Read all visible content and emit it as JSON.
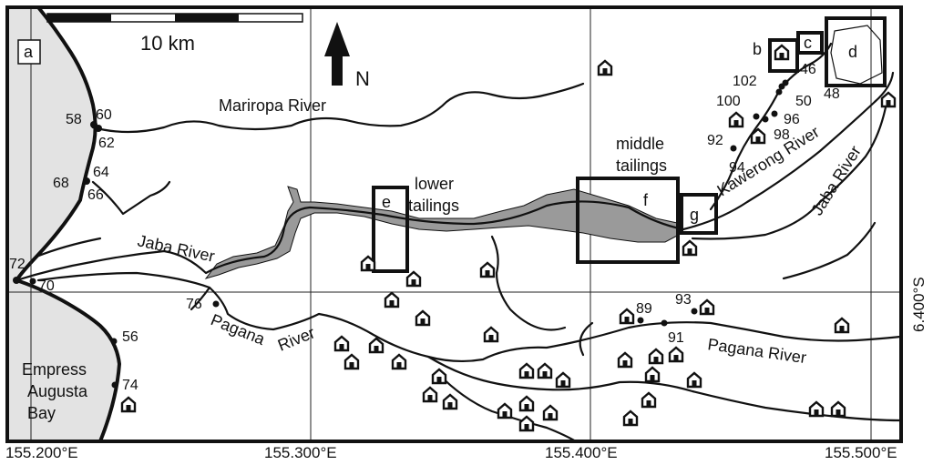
{
  "panel_label": "a",
  "scale_label": "10 km",
  "north_label": "N",
  "labels": {
    "mariropa_river": "Mariropa River",
    "jaba_river_lower": "Jaba River",
    "jaba_river_upper": "Jaba River",
    "pagana_river_left": "Pagana",
    "river_left": "River",
    "pagana_river_right": "Pagana River",
    "kawerong_river": "Kawerong River",
    "lower_tailings_1": "lower",
    "lower_tailings_2": "tailings",
    "middle_tailings_1": "middle",
    "middle_tailings_2": "tailings",
    "bay_1": "Empress",
    "bay_2": "Augusta",
    "bay_3": "Bay"
  },
  "boxes": {
    "b": "b",
    "c": "c",
    "d": "d",
    "e": "e",
    "f": "f",
    "g": "g"
  },
  "sites": {
    "s58": "58",
    "s60": "60",
    "s62": "62",
    "s64": "64",
    "s68": "68",
    "s66": "66",
    "s72": "72",
    "s70": "70",
    "s76": "76",
    "s56": "56",
    "s74": "74",
    "s89": "89",
    "s93": "93",
    "s91": "91",
    "s102": "102",
    "s46": "46",
    "s50": "50",
    "s48": "48",
    "s100": "100",
    "s96": "96",
    "s98": "98",
    "s92": "92",
    "s94": "94"
  },
  "axes": {
    "x1": "155.200°E",
    "x2": "155.300°E",
    "x3": "155.400°E",
    "x4": "155.500°E",
    "y1": "6.400°S"
  },
  "colors": {
    "sea": "#e3e3e3",
    "tailings": "#9a9a9a",
    "line": "#111111"
  }
}
